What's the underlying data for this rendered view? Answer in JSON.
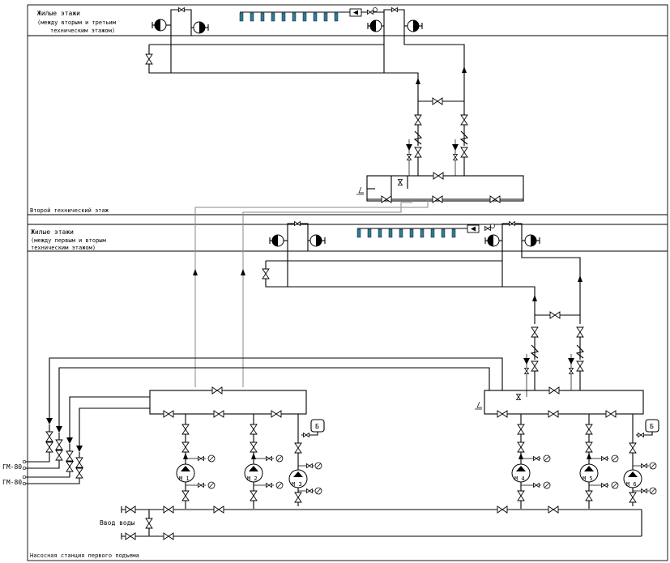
{
  "zones": {
    "upper_residential_line1": "Жилые этажи",
    "upper_residential_line2": "(между вторым и третьим",
    "upper_residential_line3": "техническим этажом)",
    "second_technical_floor": "Второй технический этаж",
    "lower_residential_line1": "Жилые этажи",
    "lower_residential_line2": "(между первым и вторым",
    "lower_residential_line3": "техническим этажом)",
    "pump_station": "Насосная станция первого подъема"
  },
  "labels": {
    "water_inlet": "Ввод воды",
    "gauge_1": "ГМ-80",
    "gauge_2": "ГМ-80",
    "tank_left": "Б",
    "tank_right": "Б"
  },
  "pumps": [
    {
      "label": "М 1"
    },
    {
      "label": "М 2"
    },
    {
      "label": "М 3"
    },
    {
      "label": "М 4"
    },
    {
      "label": "М 5"
    },
    {
      "label": "М 6"
    }
  ],
  "colors": {
    "line": "#000000",
    "grey_line": "#8a8a8a",
    "heater": "#2a7f8f"
  }
}
